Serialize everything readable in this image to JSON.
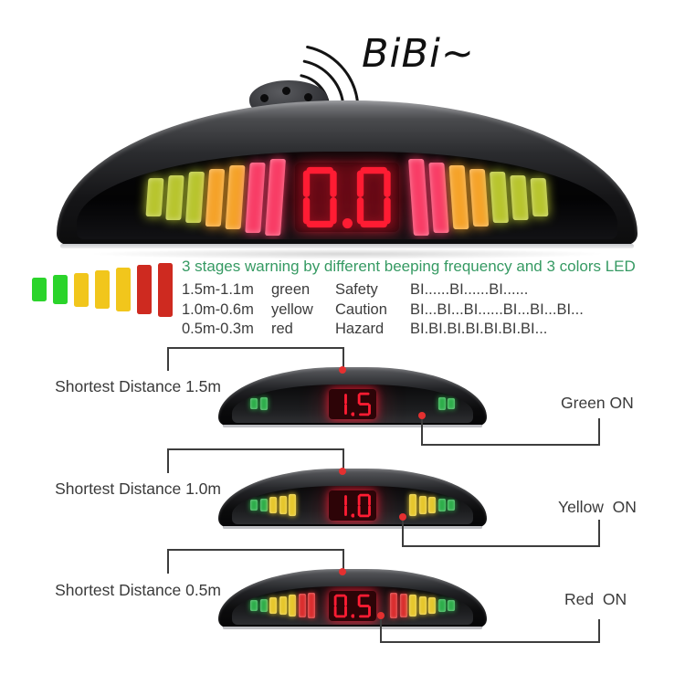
{
  "sound": {
    "label": "BiBi~"
  },
  "colors": {
    "large": {
      "green": "#b8c52f",
      "orange": "#f5a32a",
      "red": "#f83e67"
    },
    "small": {
      "green": "#2eae4b",
      "yellow": "#e6c72d",
      "red": "#d92f2f"
    },
    "legend": {
      "green": "#2bd42b",
      "yellow": "#f1c61c",
      "red": "#ce2a20"
    },
    "digit_red": "#ff1c33",
    "title_green": "#369a63",
    "connector": "#3d3d3d",
    "marker_red": "#e43030"
  },
  "main_unit": {
    "display_value": "0.0",
    "left_bars": [
      "green",
      "green",
      "green",
      "orange",
      "orange",
      "red",
      "red"
    ],
    "right_bars": [
      "red",
      "red",
      "orange",
      "orange",
      "green",
      "green",
      "green"
    ]
  },
  "legend_bars": [
    "green",
    "green",
    "yellow",
    "yellow",
    "yellow",
    "red",
    "red"
  ],
  "info": {
    "title": "3 stages warning by different beeping frequency and 3 colors LED",
    "rows": [
      {
        "range": "1.5m-1.1m",
        "color": "green",
        "level": "Safety",
        "beep": "BI......BI......BI......"
      },
      {
        "range": "1.0m-0.6m",
        "color": "yellow",
        "level": "Caution",
        "beep": "BI...BI...BI......BI...BI...BI..."
      },
      {
        "range": "0.5m-0.3m",
        "color": "red",
        "level": "Hazard",
        "beep": "BI.BI.BI.BI.BI.BI.BI..."
      }
    ]
  },
  "stages": [
    {
      "label": "Shortest Distance 1.5m",
      "status": "Green ON",
      "display_value": "1.5",
      "left_bars": [
        "green",
        "green"
      ],
      "right_bars": [
        "green",
        "green"
      ]
    },
    {
      "label": "Shortest Distance 1.0m",
      "status": "Yellow  ON",
      "display_value": "1.0",
      "left_bars": [
        "green",
        "green",
        "yellow",
        "yellow",
        "yellow"
      ],
      "right_bars": [
        "yellow",
        "yellow",
        "yellow",
        "green",
        "green"
      ]
    },
    {
      "label": "Shortest Distance 0.5m",
      "status": "Red  ON",
      "display_value": "0.5",
      "left_bars": [
        "green",
        "green",
        "yellow",
        "yellow",
        "yellow",
        "red",
        "red"
      ],
      "right_bars": [
        "red",
        "red",
        "yellow",
        "yellow",
        "yellow",
        "green",
        "green"
      ]
    }
  ]
}
